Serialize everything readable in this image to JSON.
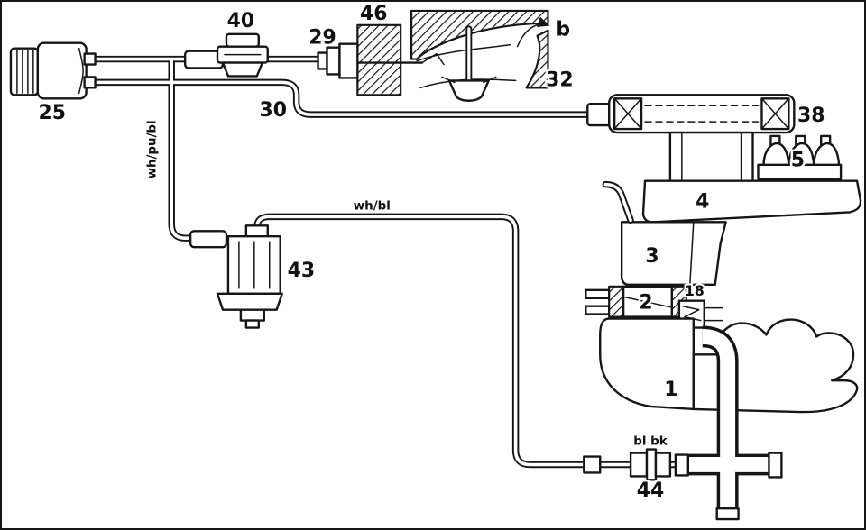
{
  "figure": {
    "kind": "vacuum-hose-routing-diagram",
    "part_labels": {
      "p1": "1",
      "p2": "2",
      "p3": "3",
      "p4": "4",
      "p5": "5",
      "p18": "18",
      "p25": "25",
      "p29": "29",
      "p30": "30",
      "p32": "32",
      "p38": "38",
      "p40": "40",
      "p43": "43",
      "p44": "44",
      "p46": "46"
    },
    "hose_labels": {
      "wh_pu_bl": "wh/pu/bl",
      "wh_bl": "wh/bl",
      "bl_bk": "bl bk"
    },
    "flow_arrow": {
      "label": "b"
    },
    "colors": {
      "ink": "#161616",
      "paper": "#ffffff"
    }
  }
}
